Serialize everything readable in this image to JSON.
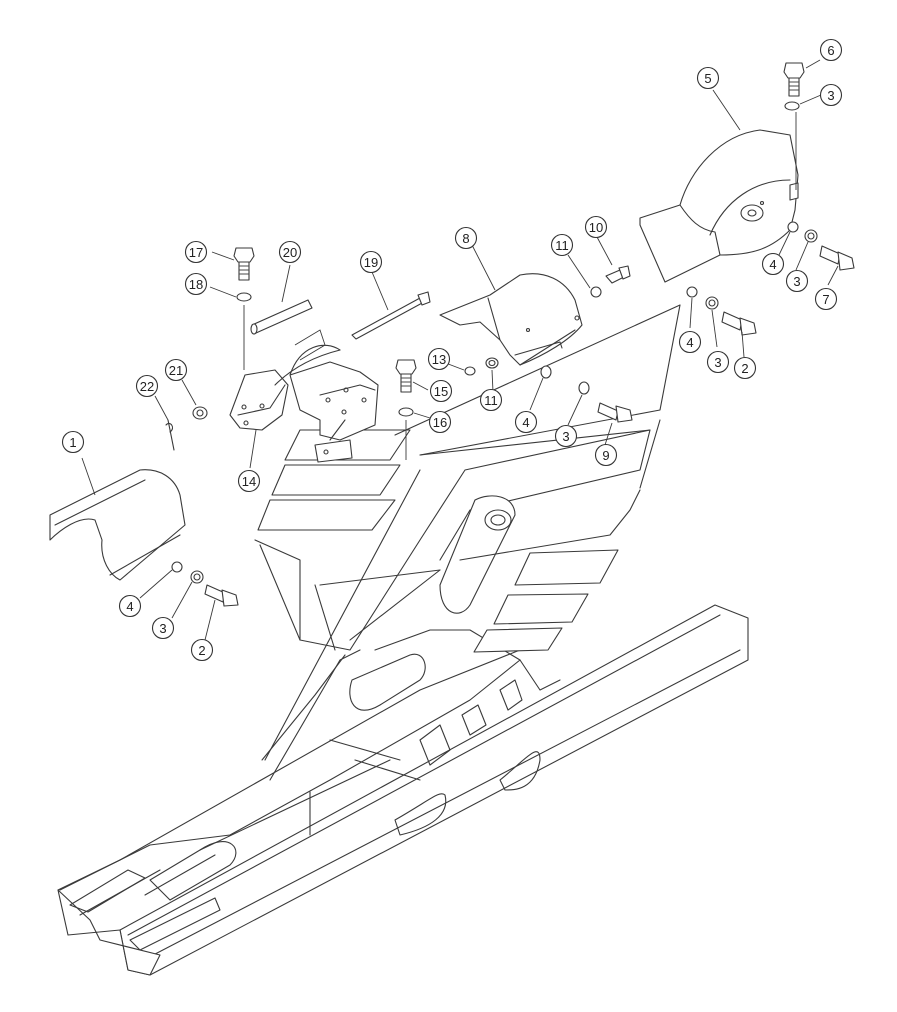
{
  "diagram": {
    "type": "exploded-parts-view",
    "line_color": "#3a3a3a",
    "background": "#ffffff",
    "callouts": [
      {
        "id": "c1",
        "label": "1"
      },
      {
        "id": "c2a",
        "label": "2"
      },
      {
        "id": "c2b",
        "label": "2"
      },
      {
        "id": "c3a",
        "label": "3"
      },
      {
        "id": "c3b",
        "label": "3"
      },
      {
        "id": "c3c",
        "label": "3"
      },
      {
        "id": "c3d",
        "label": "3"
      },
      {
        "id": "c3e",
        "label": "3"
      },
      {
        "id": "c4a",
        "label": "4"
      },
      {
        "id": "c4b",
        "label": "4"
      },
      {
        "id": "c4c",
        "label": "4"
      },
      {
        "id": "c4d",
        "label": "4"
      },
      {
        "id": "c5",
        "label": "5"
      },
      {
        "id": "c6",
        "label": "6"
      },
      {
        "id": "c7",
        "label": "7"
      },
      {
        "id": "c8",
        "label": "8"
      },
      {
        "id": "c9",
        "label": "9"
      },
      {
        "id": "c10",
        "label": "10"
      },
      {
        "id": "c11a",
        "label": "11"
      },
      {
        "id": "c11b",
        "label": "11"
      },
      {
        "id": "c13",
        "label": "13"
      },
      {
        "id": "c14",
        "label": "14"
      },
      {
        "id": "c15",
        "label": "15"
      },
      {
        "id": "c16",
        "label": "16"
      },
      {
        "id": "c17",
        "label": "17"
      },
      {
        "id": "c18",
        "label": "18"
      },
      {
        "id": "c19",
        "label": "19"
      },
      {
        "id": "c20",
        "label": "20"
      },
      {
        "id": "c21",
        "label": "21"
      },
      {
        "id": "c22",
        "label": "22"
      }
    ]
  }
}
